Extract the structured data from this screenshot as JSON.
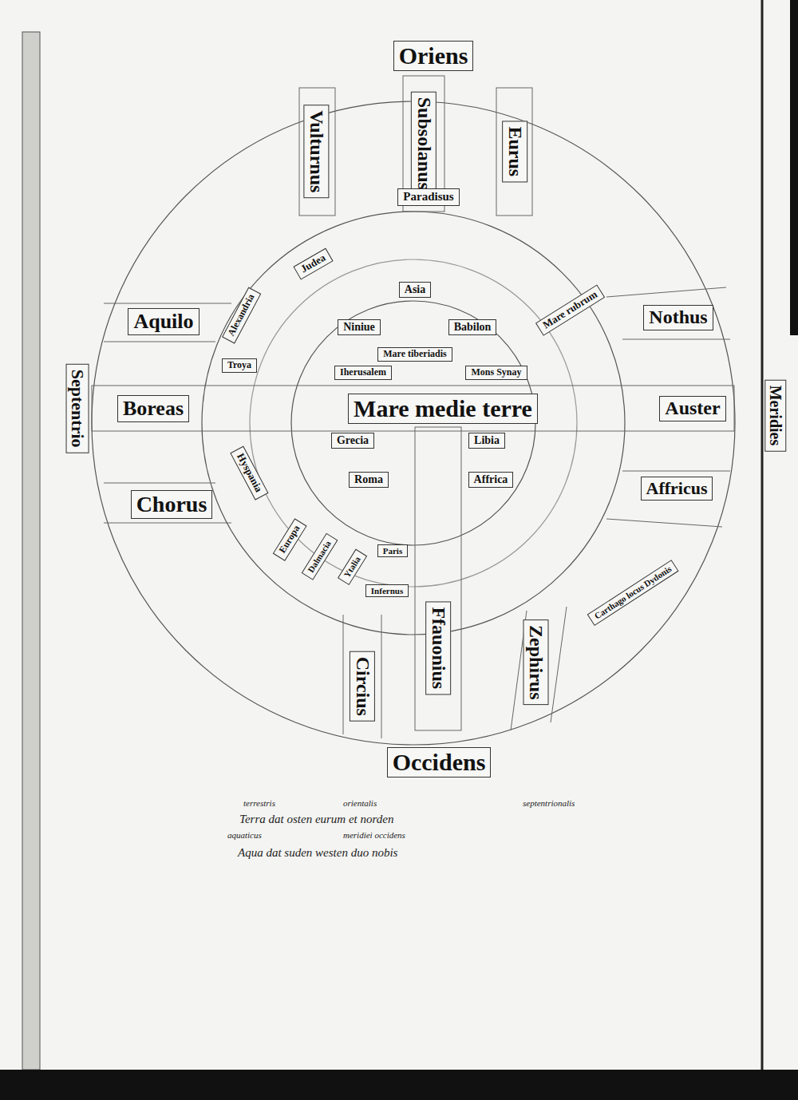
{
  "diagram": {
    "nodes": [
      {
        "text": [
          "Oriens"
        ]
      },
      {
        "text": [
          "Vulturnus"
        ]
      },
      {
        "text": [
          "Subsolanus"
        ]
      },
      {
        "text": [
          "Eurus"
        ]
      },
      {
        "text": [
          "Paradisus"
        ]
      },
      {
        "text": [
          "Judea"
        ]
      },
      {
        "text": [
          "Alexandria"
        ]
      },
      {
        "text": [
          "Troya"
        ]
      },
      {
        "text": [
          "Asia"
        ]
      },
      {
        "text": [
          "Mare rubrum"
        ]
      },
      {
        "text": [
          "Aquilo"
        ]
      },
      {
        "text": [
          "Nothus"
        ]
      },
      {
        "text": [
          "Niniue"
        ]
      },
      {
        "text": [
          "Babilon"
        ]
      },
      {
        "text": [
          "Mare tiberiadis"
        ]
      },
      {
        "text": [
          "Iherusalem"
        ]
      },
      {
        "text": [
          "Mons Synay"
        ]
      },
      {
        "text": [
          "Septentrio"
        ]
      },
      {
        "text": [
          "Boreas"
        ]
      },
      {
        "text": [
          "Mare medie terre"
        ]
      },
      {
        "text": [
          "Auster"
        ]
      },
      {
        "text": [
          "Meridies"
        ]
      },
      {
        "text": [
          "Grecia"
        ]
      },
      {
        "text": [
          "Libia"
        ]
      },
      {
        "text": [
          "Hyspania"
        ]
      },
      {
        "text": [
          "Roma"
        ]
      },
      {
        "text": [
          "Affrica"
        ]
      },
      {
        "text": [
          "Affricus"
        ]
      },
      {
        "text": [
          "Chorus"
        ]
      },
      {
        "text": [
          "Europa"
        ]
      },
      {
        "text": [
          "Dalmacia"
        ]
      },
      {
        "text": [
          "Ytalia"
        ]
      },
      {
        "text": [
          "Paris"
        ]
      },
      {
        "text": [
          "Infernus"
        ]
      },
      {
        "text": [
          "Carthago locus Dydonis"
        ]
      },
      {
        "text": [
          "Ffauonius"
        ]
      },
      {
        "text": [
          "Circius"
        ]
      },
      {
        "text": [
          "Zephirus"
        ]
      },
      {
        "text": [
          "Occidens"
        ]
      }
    ],
    "labels": [
      "terrestris",
      "orientalis",
      "septentrionalis",
      "Terra dat osten eurum et norden",
      "aquaticus",
      "meridiei occidens",
      "Aqua dat suden westen duo nobis"
    ]
  }
}
